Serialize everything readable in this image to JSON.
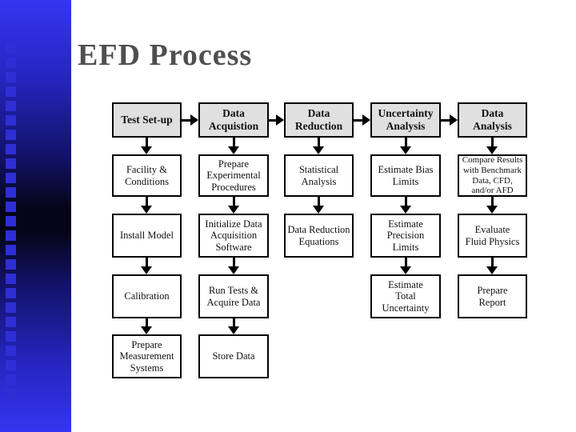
{
  "slide": {
    "title": "EFD Process"
  },
  "colors": {
    "sidebar_blue": "#3535f2",
    "sidebar_dark": "#05051a",
    "sidebar_square": "#2e2ed6",
    "header_box_fill": "#e0e0e0",
    "box_border": "#000000",
    "title_color": "#4f4f4f"
  },
  "flowchart": {
    "columns": [
      {
        "id": "test-set-up",
        "header": "Test Set-up",
        "steps": [
          "Facility &\nConditions",
          "Install Model",
          "Calibration",
          "Prepare\nMeasurement\nSystems"
        ]
      },
      {
        "id": "data-acquisition",
        "header": "Data\nAcquistion",
        "steps": [
          "Prepare\nExperimental\nProcedures",
          "Initialize Data\nAcquisition\nSoftware",
          "Run Tests &\nAcquire Data",
          "Store Data"
        ]
      },
      {
        "id": "data-reduction",
        "header": "Data\nReduction",
        "steps": [
          "Statistical\nAnalysis",
          "Data Reduction\nEquations"
        ]
      },
      {
        "id": "uncertainty-analysis",
        "header": "Uncertainty\nAnalysis",
        "steps": [
          "Estimate Bias\nLimits",
          "Estimate\nPrecision\nLimits",
          "Estimate\nTotal\nUncertainty"
        ]
      },
      {
        "id": "data-analysis",
        "header": "Data\nAnalysis",
        "steps": [
          "Compare Results\nwith Benchmark\nData, CFD,\nand/or AFD",
          "Evaluate\nFluid Physics",
          "Prepare\nReport"
        ]
      }
    ]
  }
}
